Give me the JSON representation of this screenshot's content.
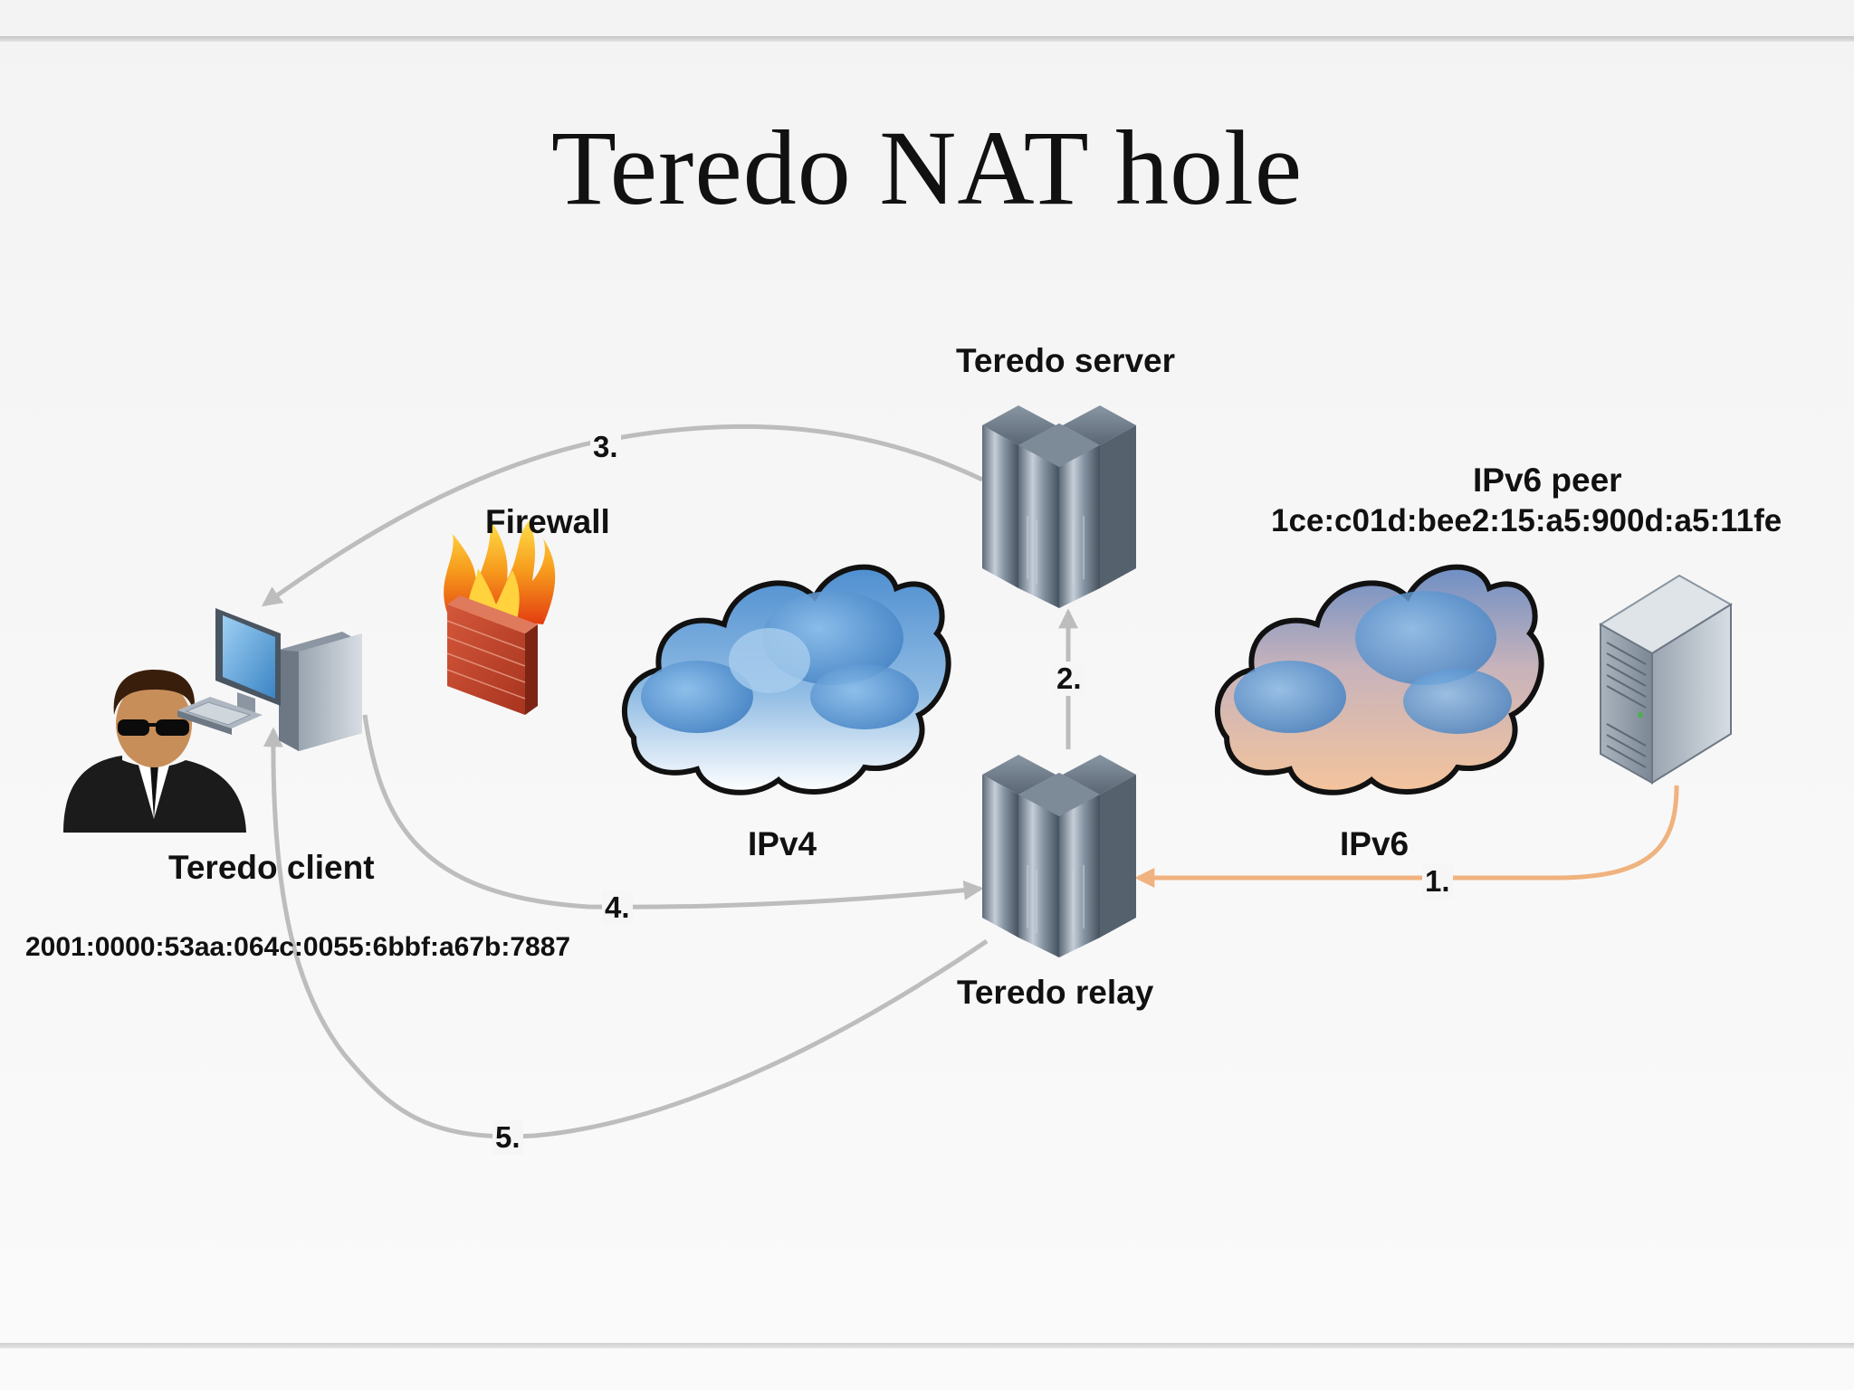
{
  "title": "Teredo NAT hole",
  "nodes": {
    "client": {
      "label": "Teredo client",
      "address": "2001:0000:53aa:064c:0055:6bbf:a67b:7887"
    },
    "firewall": {
      "label": "Firewall"
    },
    "ipv4_cloud": {
      "label": "IPv4"
    },
    "server": {
      "label": "Teredo server"
    },
    "relay": {
      "label": "Teredo relay"
    },
    "ipv6_cloud": {
      "label": "IPv6"
    },
    "peer": {
      "label": "IPv6 peer",
      "address": "1ce:c01d:bee2:15:a5:900d:a5:11fe"
    }
  },
  "steps": [
    {
      "num": "1.",
      "from": "peer",
      "to": "relay",
      "color": "#f0b27e"
    },
    {
      "num": "2.",
      "from": "relay",
      "to": "server",
      "color": "#bdbdbd"
    },
    {
      "num": "3.",
      "from": "server",
      "to": "client",
      "color": "#bdbdbd"
    },
    {
      "num": "4.",
      "from": "client",
      "to": "relay",
      "color": "#bdbdbd"
    },
    {
      "num": "5.",
      "from": "relay",
      "to": "client",
      "color": "#bdbdbd"
    }
  ],
  "colors": {
    "arrow": "#bdbdbd",
    "ipv6_arrow": "#f0b27e"
  },
  "icons": {
    "user": "agent-user-icon",
    "workstation": "workstation-icon",
    "firewall": "burning-firewall-icon",
    "cloud": "cloud-icon",
    "server_cluster": "server-cluster-icon",
    "tower": "tower-server-icon"
  }
}
